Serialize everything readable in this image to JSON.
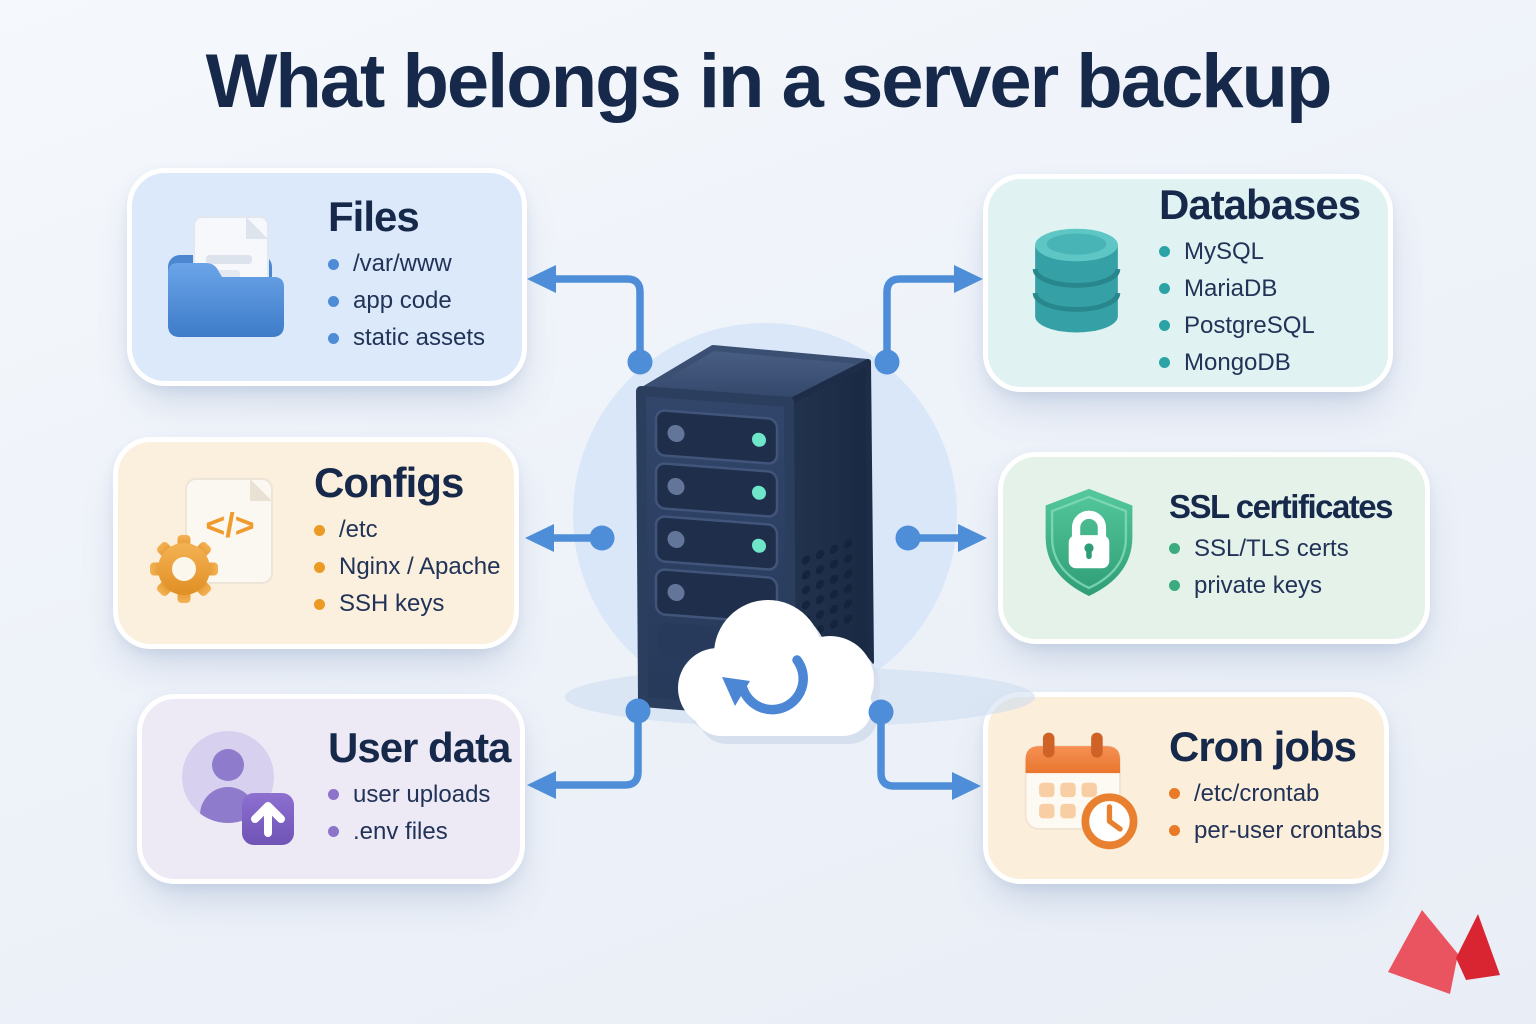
{
  "title": "What belongs in a server backup",
  "cards": [
    {
      "id": "files",
      "title": "Files",
      "icon": "folder-document-icon",
      "accent": "#4f8cd6",
      "bg": "#dbe9fa",
      "items": [
        "/var/www",
        "app code",
        "static assets"
      ]
    },
    {
      "id": "configs",
      "title": "Configs",
      "icon": "config-file-gear-icon",
      "accent": "#eb9a24",
      "bg": "#faf0dd",
      "items": [
        "/etc",
        "Nginx / Apache",
        "SSH keys"
      ]
    },
    {
      "id": "user-data",
      "title": "User data",
      "icon": "user-upload-icon",
      "accent": "#8b74c9",
      "bg": "#edeaf6",
      "items": [
        "user uploads",
        ".env files"
      ]
    },
    {
      "id": "databases",
      "title": "Databases",
      "icon": "database-cylinder-icon",
      "accent": "#2ba3a5",
      "bg": "#e1f2f3",
      "items": [
        "MySQL",
        "MariaDB",
        "PostgreSQL",
        "MongoDB"
      ]
    },
    {
      "id": "ssl-certificates",
      "title": "SSL certificates",
      "icon": "shield-lock-icon",
      "accent": "#3cab7e",
      "bg": "#e5f2ea",
      "items": [
        "SSL/TLS certs",
        "private keys"
      ]
    },
    {
      "id": "cron-jobs",
      "title": "Cron jobs",
      "icon": "calendar-clock-icon",
      "accent": "#e87a28",
      "bg": "#fbeeda",
      "items": [
        "/etc/crontab",
        "per-user crontabs"
      ]
    }
  ],
  "center": {
    "illustration": "server-tower-with-backup-cloud",
    "led_color": "#6fe6c9",
    "arrow_color": "#4e8ed8",
    "halo_color": "#d9e7f8"
  },
  "logo": {
    "name": "m-logo",
    "colors": [
      "#ea5360",
      "#d92432"
    ]
  }
}
